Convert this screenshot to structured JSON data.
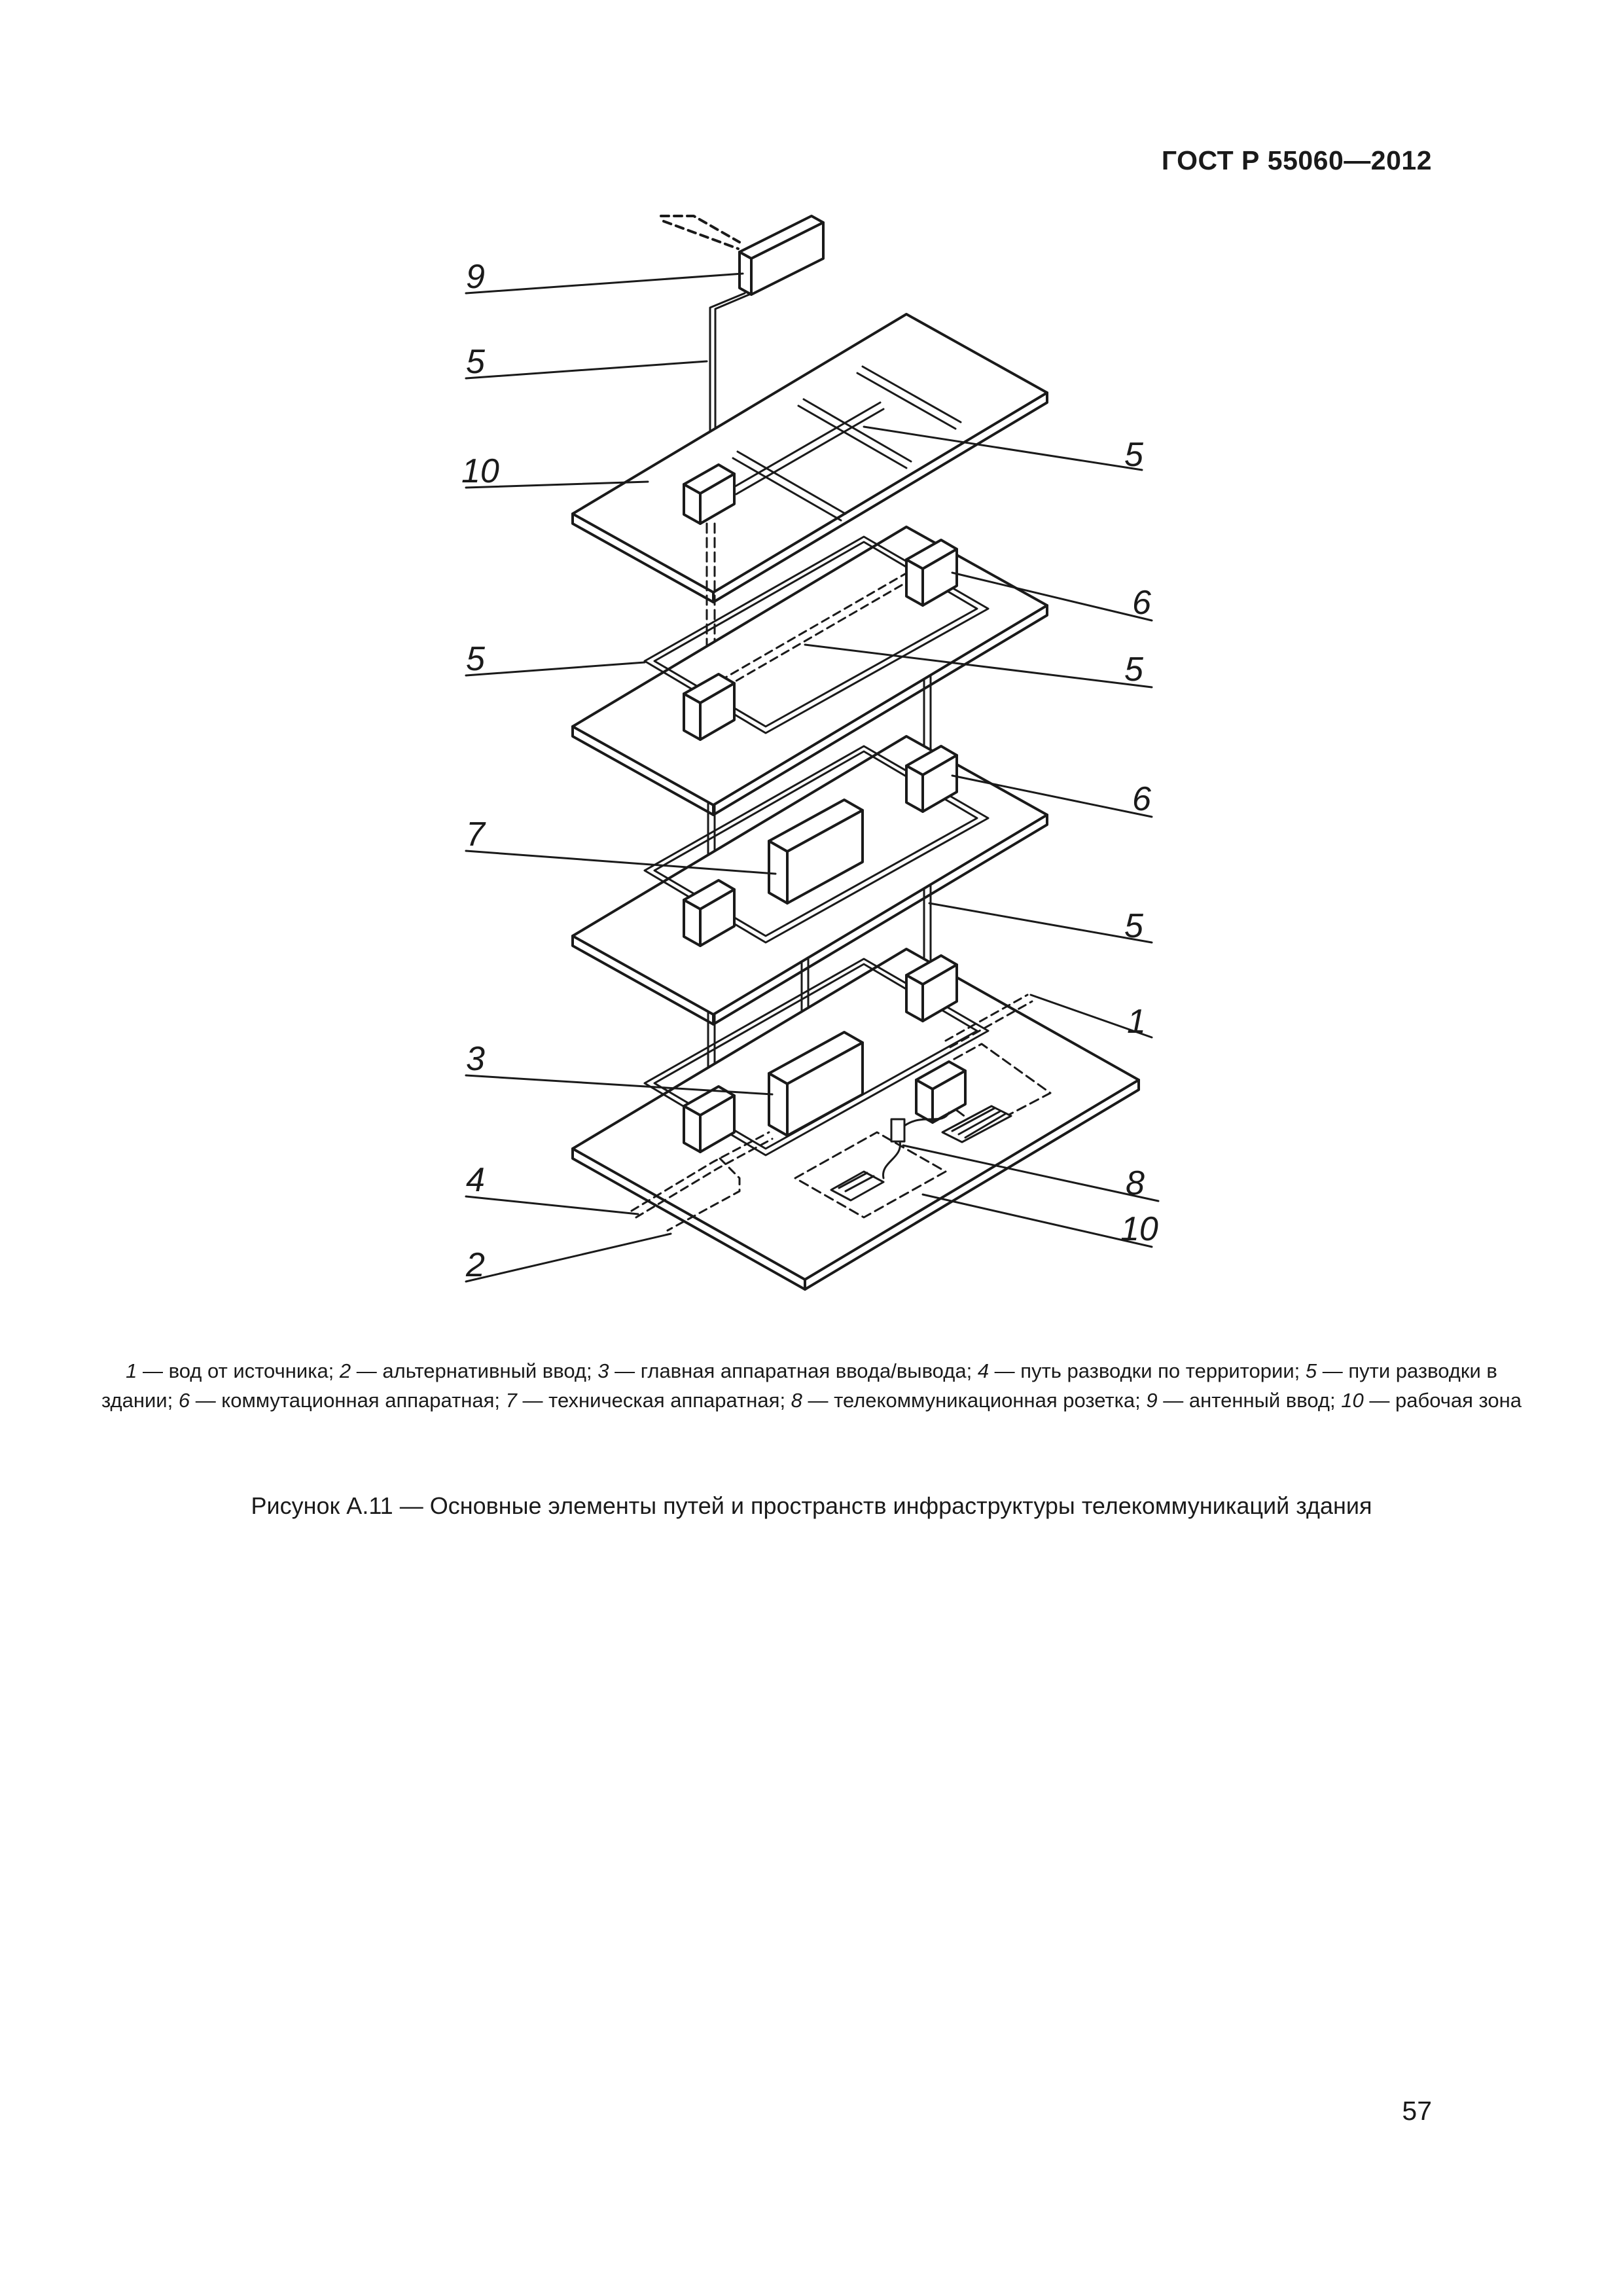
{
  "header": {
    "standard_code": "ГОСТ Р 55060—2012"
  },
  "figure": {
    "labels": {
      "n9": "9",
      "n5a": "5",
      "n10a": "10",
      "n5b": "5",
      "n6a": "6",
      "n5c": "5",
      "n5d": "5",
      "n6b": "6",
      "n7": "7",
      "n5e": "5",
      "n1": "1",
      "n3": "3",
      "n4": "4",
      "n8": "8",
      "n10b": "10",
      "n2": "2"
    }
  },
  "legend": {
    "items": [
      {
        "num": "1",
        "text": " — вод от источника; "
      },
      {
        "num": "2",
        "text": " —  альтернативный ввод; "
      },
      {
        "num": "3",
        "text": " — главная аппаратная ввода/вывода; "
      },
      {
        "num": "4",
        "text": " —  путь разводки по территории;  "
      },
      {
        "num": "5",
        "text": " — пути разводки в здании; "
      },
      {
        "num": "6",
        "text": " —  коммутационная аппаратная; "
      },
      {
        "num": "7",
        "text": " — техническая аппаратная; "
      },
      {
        "num": "8",
        "text": " — телекоммуникационная розетка; "
      },
      {
        "num": "9",
        "text": "  — антенный ввод; "
      },
      {
        "num": "10",
        "text": " — рабочая зона"
      }
    ]
  },
  "caption": "Рисунок А.11 — Основные элементы путей и пространств инфраструктуры телекоммуникаций здания",
  "page_number": "57"
}
